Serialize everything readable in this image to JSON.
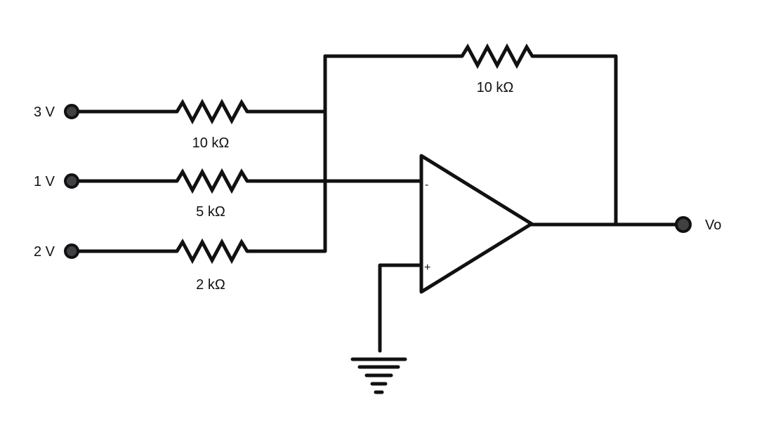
{
  "inputs": [
    {
      "voltage": "3 V",
      "resistor": "10 kΩ"
    },
    {
      "voltage": "1 V",
      "resistor": "5 kΩ"
    },
    {
      "voltage": "2 V",
      "resistor": "2 kΩ"
    }
  ],
  "feedback": {
    "resistor": "10 kΩ"
  },
  "opamp": {
    "inverting": "-",
    "noninverting": "+"
  },
  "output": {
    "label": "Vo"
  },
  "colors": {
    "wire": "#111111",
    "terminal_fill": "#3f4144",
    "background": "#ffffff"
  }
}
